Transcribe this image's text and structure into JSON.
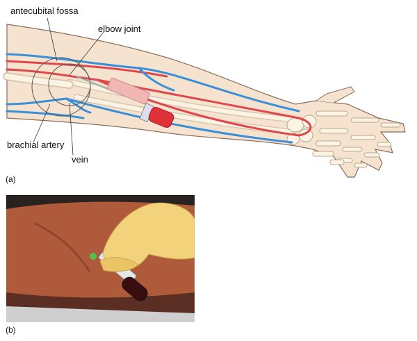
{
  "figure_a": {
    "panel_label": "(a)",
    "labels": {
      "antecubital_fossa": "antecubital fossa",
      "elbow_joint": "elbow joint",
      "brachial_artery": "brachial artery",
      "vein": "vein"
    },
    "colors": {
      "skin": "#f6e3cf",
      "skin_outline": "#8a6d5a",
      "artery": "#e0474c",
      "vein": "#3a8fd6",
      "bone": "#fbf3e4"
    }
  },
  "figure_b": {
    "panel_label": "(b)",
    "colors": {
      "glove": "#f2d27a",
      "skin": "#b05a3c",
      "frame": "#222222"
    }
  }
}
